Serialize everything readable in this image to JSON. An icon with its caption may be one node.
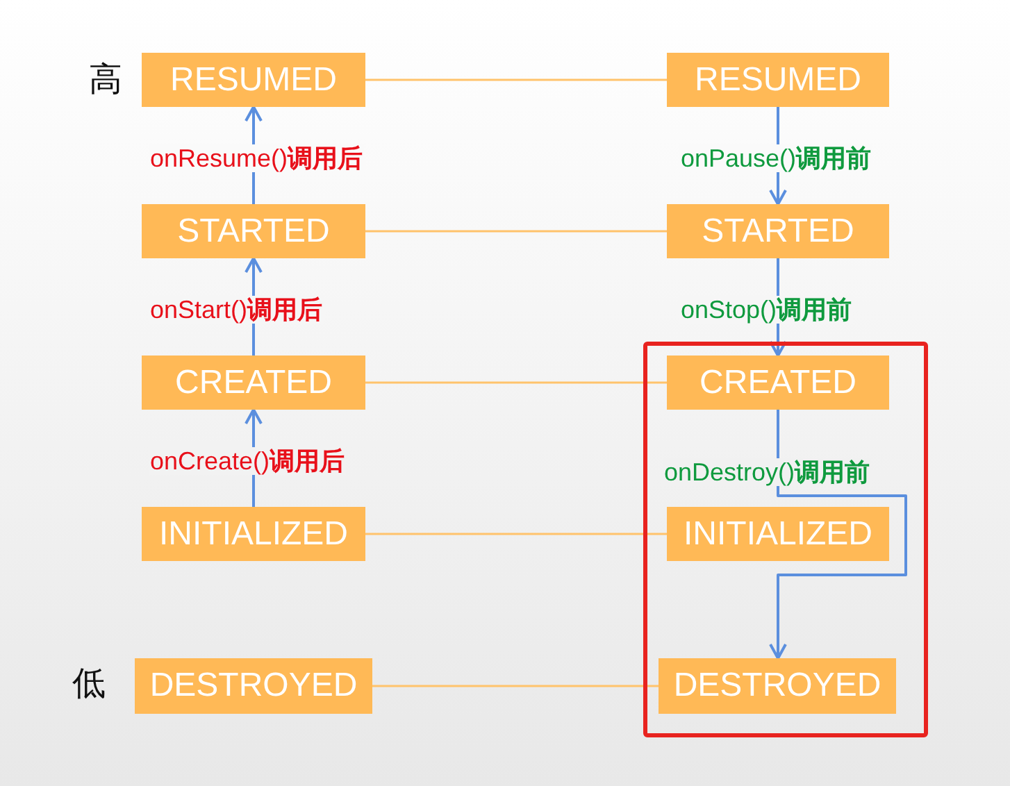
{
  "diagram": {
    "nodes": [
      {
        "text": [
          "RESUMED"
        ]
      },
      {
        "text": [
          "STARTED"
        ]
      },
      {
        "text": [
          "CREATED"
        ]
      },
      {
        "text": [
          "INITIALIZED"
        ]
      },
      {
        "text": [
          "DESTROYED"
        ]
      },
      {
        "text": [
          "RESUMED"
        ]
      },
      {
        "text": [
          "STARTED"
        ]
      },
      {
        "text": [],
        "shape": "box"
      },
      {
        "text": [
          "CREATED"
        ],
        "in": 7
      },
      {
        "text": [
          "INITIALIZED"
        ],
        "in": 7
      },
      {
        "text": [
          "DESTROYED"
        ],
        "in": 7
      }
    ],
    "edges": [
      {
        "from": 3,
        "to": 2,
        "arrow": "to",
        "label": "onCreate()**调用后**"
      },
      {
        "from": 2,
        "to": 1,
        "arrow": "to",
        "label": "onStart()**调用后**"
      },
      {
        "from": 1,
        "to": 0,
        "arrow": "to",
        "label": "onResume()**调用后**"
      },
      {
        "from": 5,
        "to": 6,
        "arrow": "to",
        "label": "onPause()**调用前**"
      },
      {
        "from": 6,
        "to": 8,
        "arrow": "to",
        "label": "onStop()**调用前**"
      },
      {
        "from": 8,
        "to": 10,
        "arrow": "to",
        "label": "onDestroy()**调用前**"
      },
      {
        "from": 0,
        "to": 5,
        "arrow": "none",
        "color": "#ffc36c"
      },
      {
        "from": 1,
        "to": 6,
        "arrow": "none",
        "color": "#ffc36c"
      },
      {
        "from": 2,
        "to": 8,
        "arrow": "none",
        "color": "#ffc36c"
      },
      {
        "from": 3,
        "to": 9,
        "arrow": "none",
        "color": "#ffc36c"
      },
      {
        "from": 4,
        "to": 10,
        "arrow": "none",
        "color": "#ffc36c"
      }
    ],
    "labels": [
      "高",
      "低"
    ]
  }
}
